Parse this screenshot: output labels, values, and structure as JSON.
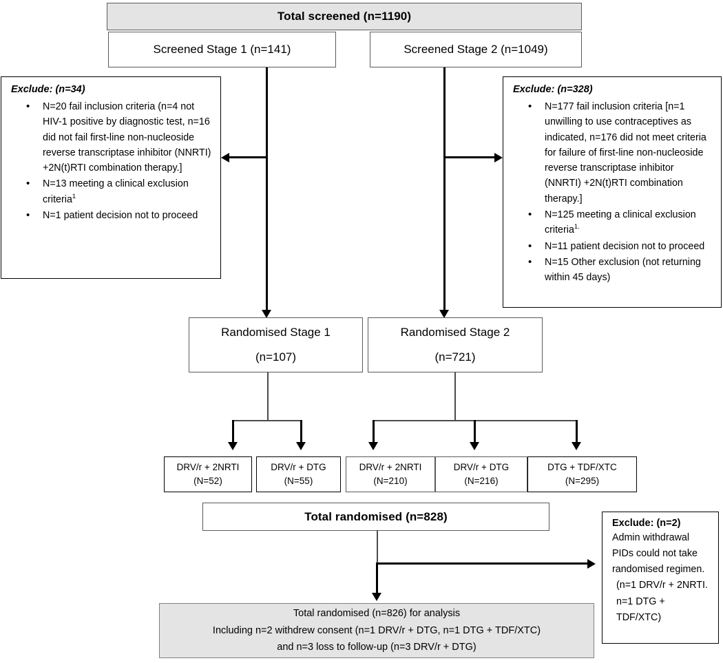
{
  "diagram": {
    "type": "consort-flow-diagram",
    "title_box": "Total screened (n=1190)",
    "stage1_screened": "Screened Stage 1 (n=141)",
    "stage2_screened": "Screened Stage 2 (n=1049)",
    "stage1_randomised_line1": "Randomised Stage 1",
    "stage1_randomised_line2": "(n=107)",
    "stage2_randomised_line1": "Randomised Stage 2",
    "stage2_randomised_line2": "(n=721)",
    "total_randomised": "Total randomised (n=828)",
    "exclude_left": {
      "title": "Exclude: (n=34)",
      "items": [
        "N=20 fail inclusion criteria (n=4 not HIV-1 positive by diagnostic test, n=16 did not fail first-line non-nucleoside reverse transcriptase inhibitor (NNRTI) +2N(t)RTI combination therapy.]",
        "N=13 meeting a clinical exclusion criteria",
        "N=1 patient decision not to proceed"
      ],
      "item_superscripts": [
        "",
        "1",
        ""
      ]
    },
    "exclude_right": {
      "title": "Exclude: (n=328)",
      "items": [
        "N=177 fail inclusion criteria [n=1 unwilling to use contraceptives as indicated, n=176 did not meet criteria for failure of first-line non-nucleoside reverse transcriptase inhibitor (NNRTI) +2N(t)RTI combination therapy.]",
        "N=125 meeting a clinical exclusion criteria",
        "N=11 patient decision not to proceed",
        "N=15 Other exclusion (not returning within 45 days)"
      ],
      "item_superscripts": [
        "",
        "1.",
        "",
        ""
      ]
    },
    "exclude_bottom": {
      "title": "Exclude: (n=2)",
      "line1": "Admin withdrawal",
      "line2": "PIDs could not take",
      "line3": "randomised regimen.",
      "line4": "(n=1 DRV/r + 2NRTI.",
      "line5": "n=1 DTG + TDF/XTC)"
    },
    "arms_stage1": [
      {
        "regimen": "DRV/r + 2NRTI",
        "count": "(N=52)"
      },
      {
        "regimen": "DRV/r + DTG",
        "count": "(N=55)"
      }
    ],
    "arms_stage2": [
      {
        "regimen": "DRV/r + 2NRTI",
        "count": "(N=210)"
      },
      {
        "regimen": "DRV/r + DTG",
        "count": "(N=216)"
      },
      {
        "regimen": "DTG + TDF/XTC",
        "count": "(N=295)"
      }
    ],
    "final_box": {
      "line1": "Total randomised (n=826) for analysis",
      "line2": "Including n=2 withdrew consent (n=1 DRV/r + DTG, n=1 DTG + TDF/XTC)",
      "line3": "and n=3 loss to follow-up (n=3 DRV/r + DTG)"
    },
    "colors": {
      "fill_gray": "#e4e4e4",
      "border_gray": "#595959",
      "border_black": "#000000",
      "text": "#000000"
    }
  }
}
